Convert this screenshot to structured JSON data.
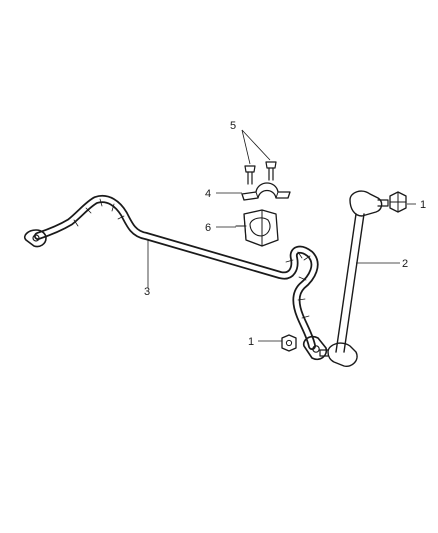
{
  "diagram": {
    "callouts": {
      "c1_right": "1",
      "c1_left": "1",
      "c2": "2",
      "c3": "3",
      "c4": "4",
      "c5": "5",
      "c6": "6"
    }
  }
}
